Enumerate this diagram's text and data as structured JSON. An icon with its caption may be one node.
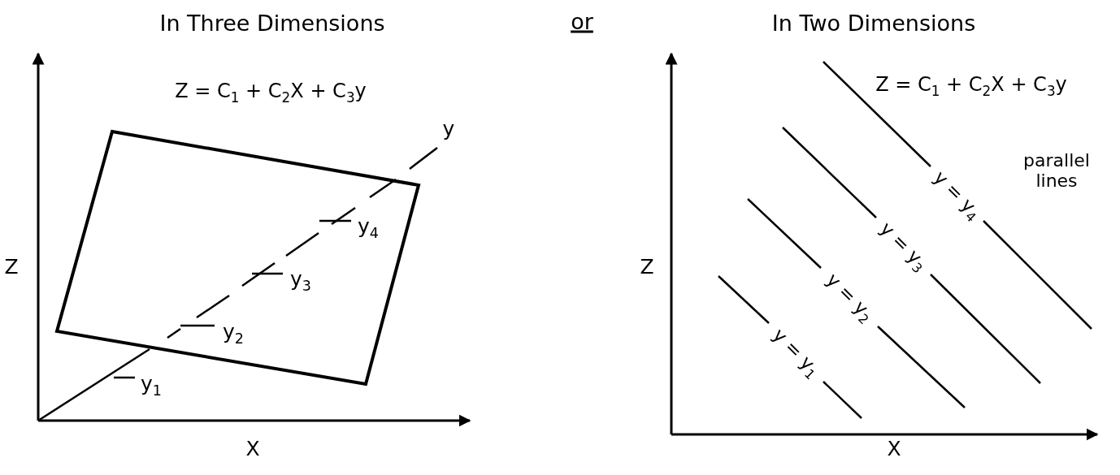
{
  "diagram": {
    "labels": [
      "In Three Dimensions",
      "or",
      "In Two Dimensions",
      "Z = C$_{1}$ + C$_{2}$X + C$_{3}$y",
      "Z = C$_{1}$ + C$_{2}$X + C$_{3}$y",
      "y",
      "parallel lines",
      "y$_{4}$",
      "Z",
      "y$_{3}$",
      "y = y$_{4}$",
      "Z",
      "y = y$_{3}$",
      "y$_{2}$",
      "y = y$_{2}$",
      "y$_{1}$",
      "y = y$_{1}$",
      "X",
      "X"
    ]
  }
}
